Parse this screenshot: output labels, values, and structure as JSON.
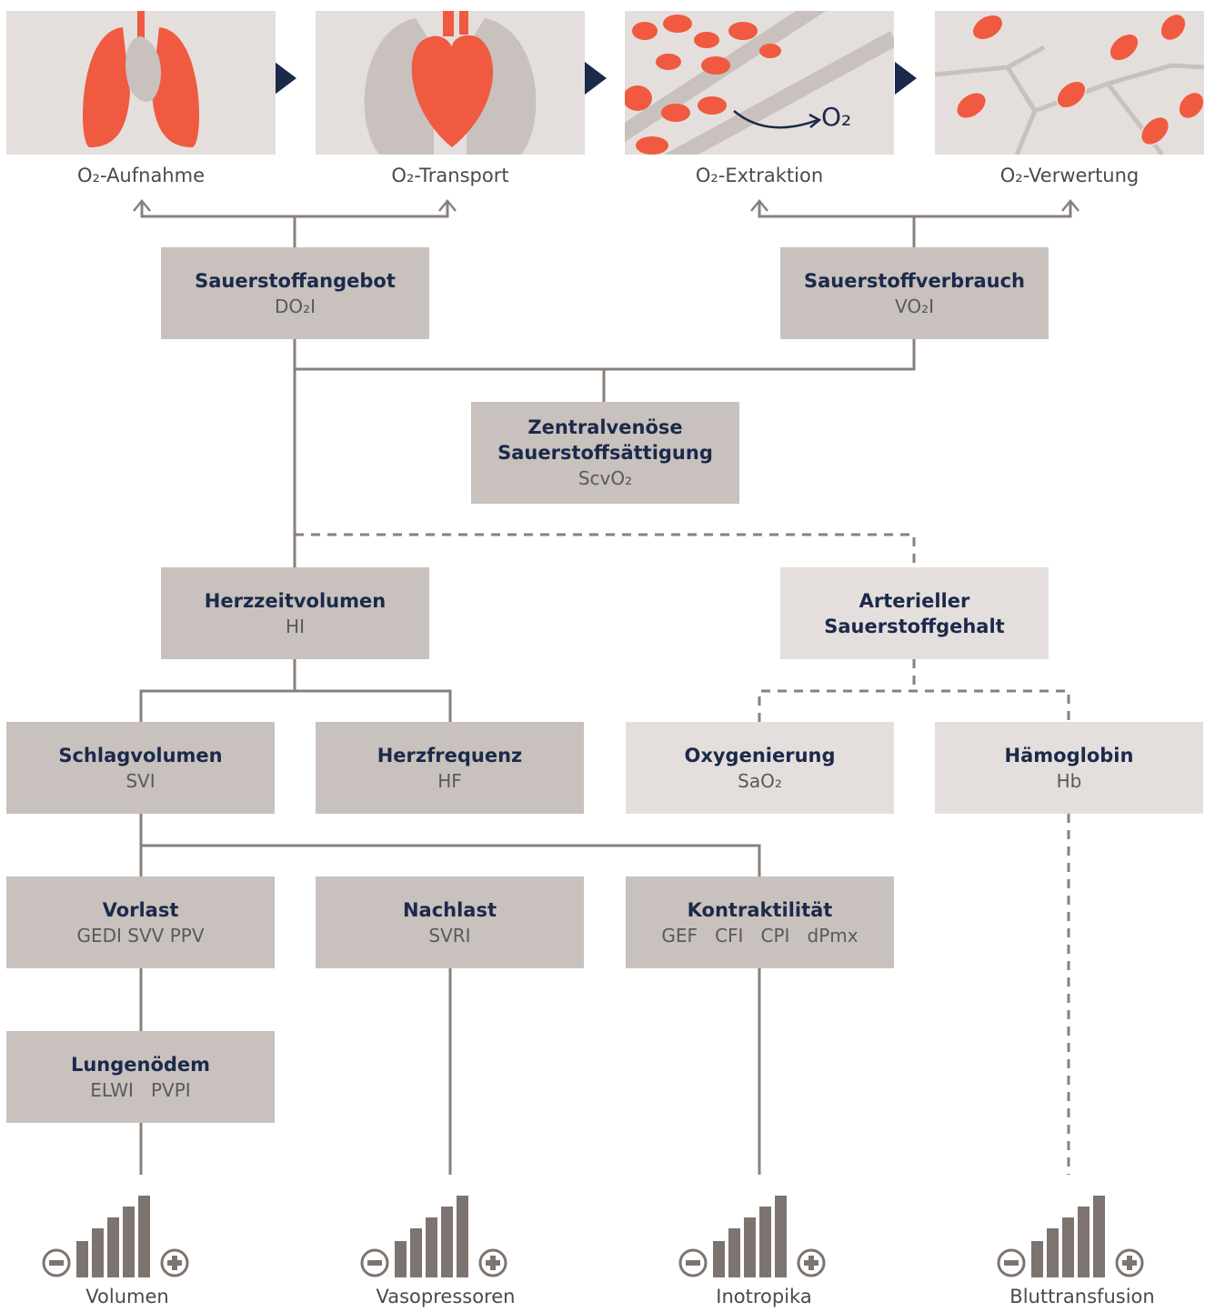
{
  "stages": [
    {
      "label": "O₂-Aufnahme",
      "icon": "lungs-heart-icon"
    },
    {
      "label": "O₂-Transport",
      "icon": "heart-icon"
    },
    {
      "label": "O₂-Extraktion",
      "icon": "blood-cells-icon",
      "overlay_text": "O₂"
    },
    {
      "label": "O₂-Verwertung",
      "icon": "mitochondria-icon"
    }
  ],
  "boxes": {
    "sauerstoffangebot": {
      "title": "Sauerstoffangebot",
      "sub": "DO₂I"
    },
    "sauerstoffverbrauch": {
      "title": "Sauerstoffverbrauch",
      "sub": "VO₂I"
    },
    "scvo2": {
      "title_line1": "Zentralvenöse",
      "title_line2": "Sauerstoffsättigung",
      "sub": "ScvO₂"
    },
    "herzzeitvolumen": {
      "title": "Herzzeitvolumen",
      "sub": "HI"
    },
    "arterieller": {
      "title_line1": "Arterieller",
      "title_line2": "Sauerstoffgehalt"
    },
    "schlagvolumen": {
      "title": "Schlagvolumen",
      "sub": "SVI"
    },
    "herzfrequenz": {
      "title": "Herzfrequenz",
      "sub": "HF"
    },
    "oxygenierung": {
      "title": "Oxygenierung",
      "sub": "SaO₂"
    },
    "haemoglobin": {
      "title": "Hämoglobin",
      "sub": "Hb"
    },
    "vorlast": {
      "title": "Vorlast",
      "sub": "GEDI SVV PPV"
    },
    "nachlast": {
      "title": "Nachlast",
      "sub": "SVRI"
    },
    "kontraktilitaet": {
      "title": "Kontraktilität",
      "sub": "GEF   CFI   CPI   dPmx"
    },
    "lungenoedem": {
      "title": "Lungenödem",
      "sub": "ELWI   PVPI"
    }
  },
  "therapies": [
    {
      "label": "Volumen",
      "icon": "level-bars-icon"
    },
    {
      "label": "Vasopressoren",
      "icon": "level-bars-icon"
    },
    {
      "label": "Inotropika",
      "icon": "level-bars-icon"
    },
    {
      "label": "Bluttransfusion",
      "icon": "level-bars-icon"
    }
  ],
  "colors": {
    "box_dark": "#c8c1bd",
    "box_light": "#e4dfdc",
    "title_navy": "#1b2a4a",
    "line_gray": "#8a807b",
    "accent_red": "#f05a40",
    "bar_brown": "#7d7470"
  }
}
